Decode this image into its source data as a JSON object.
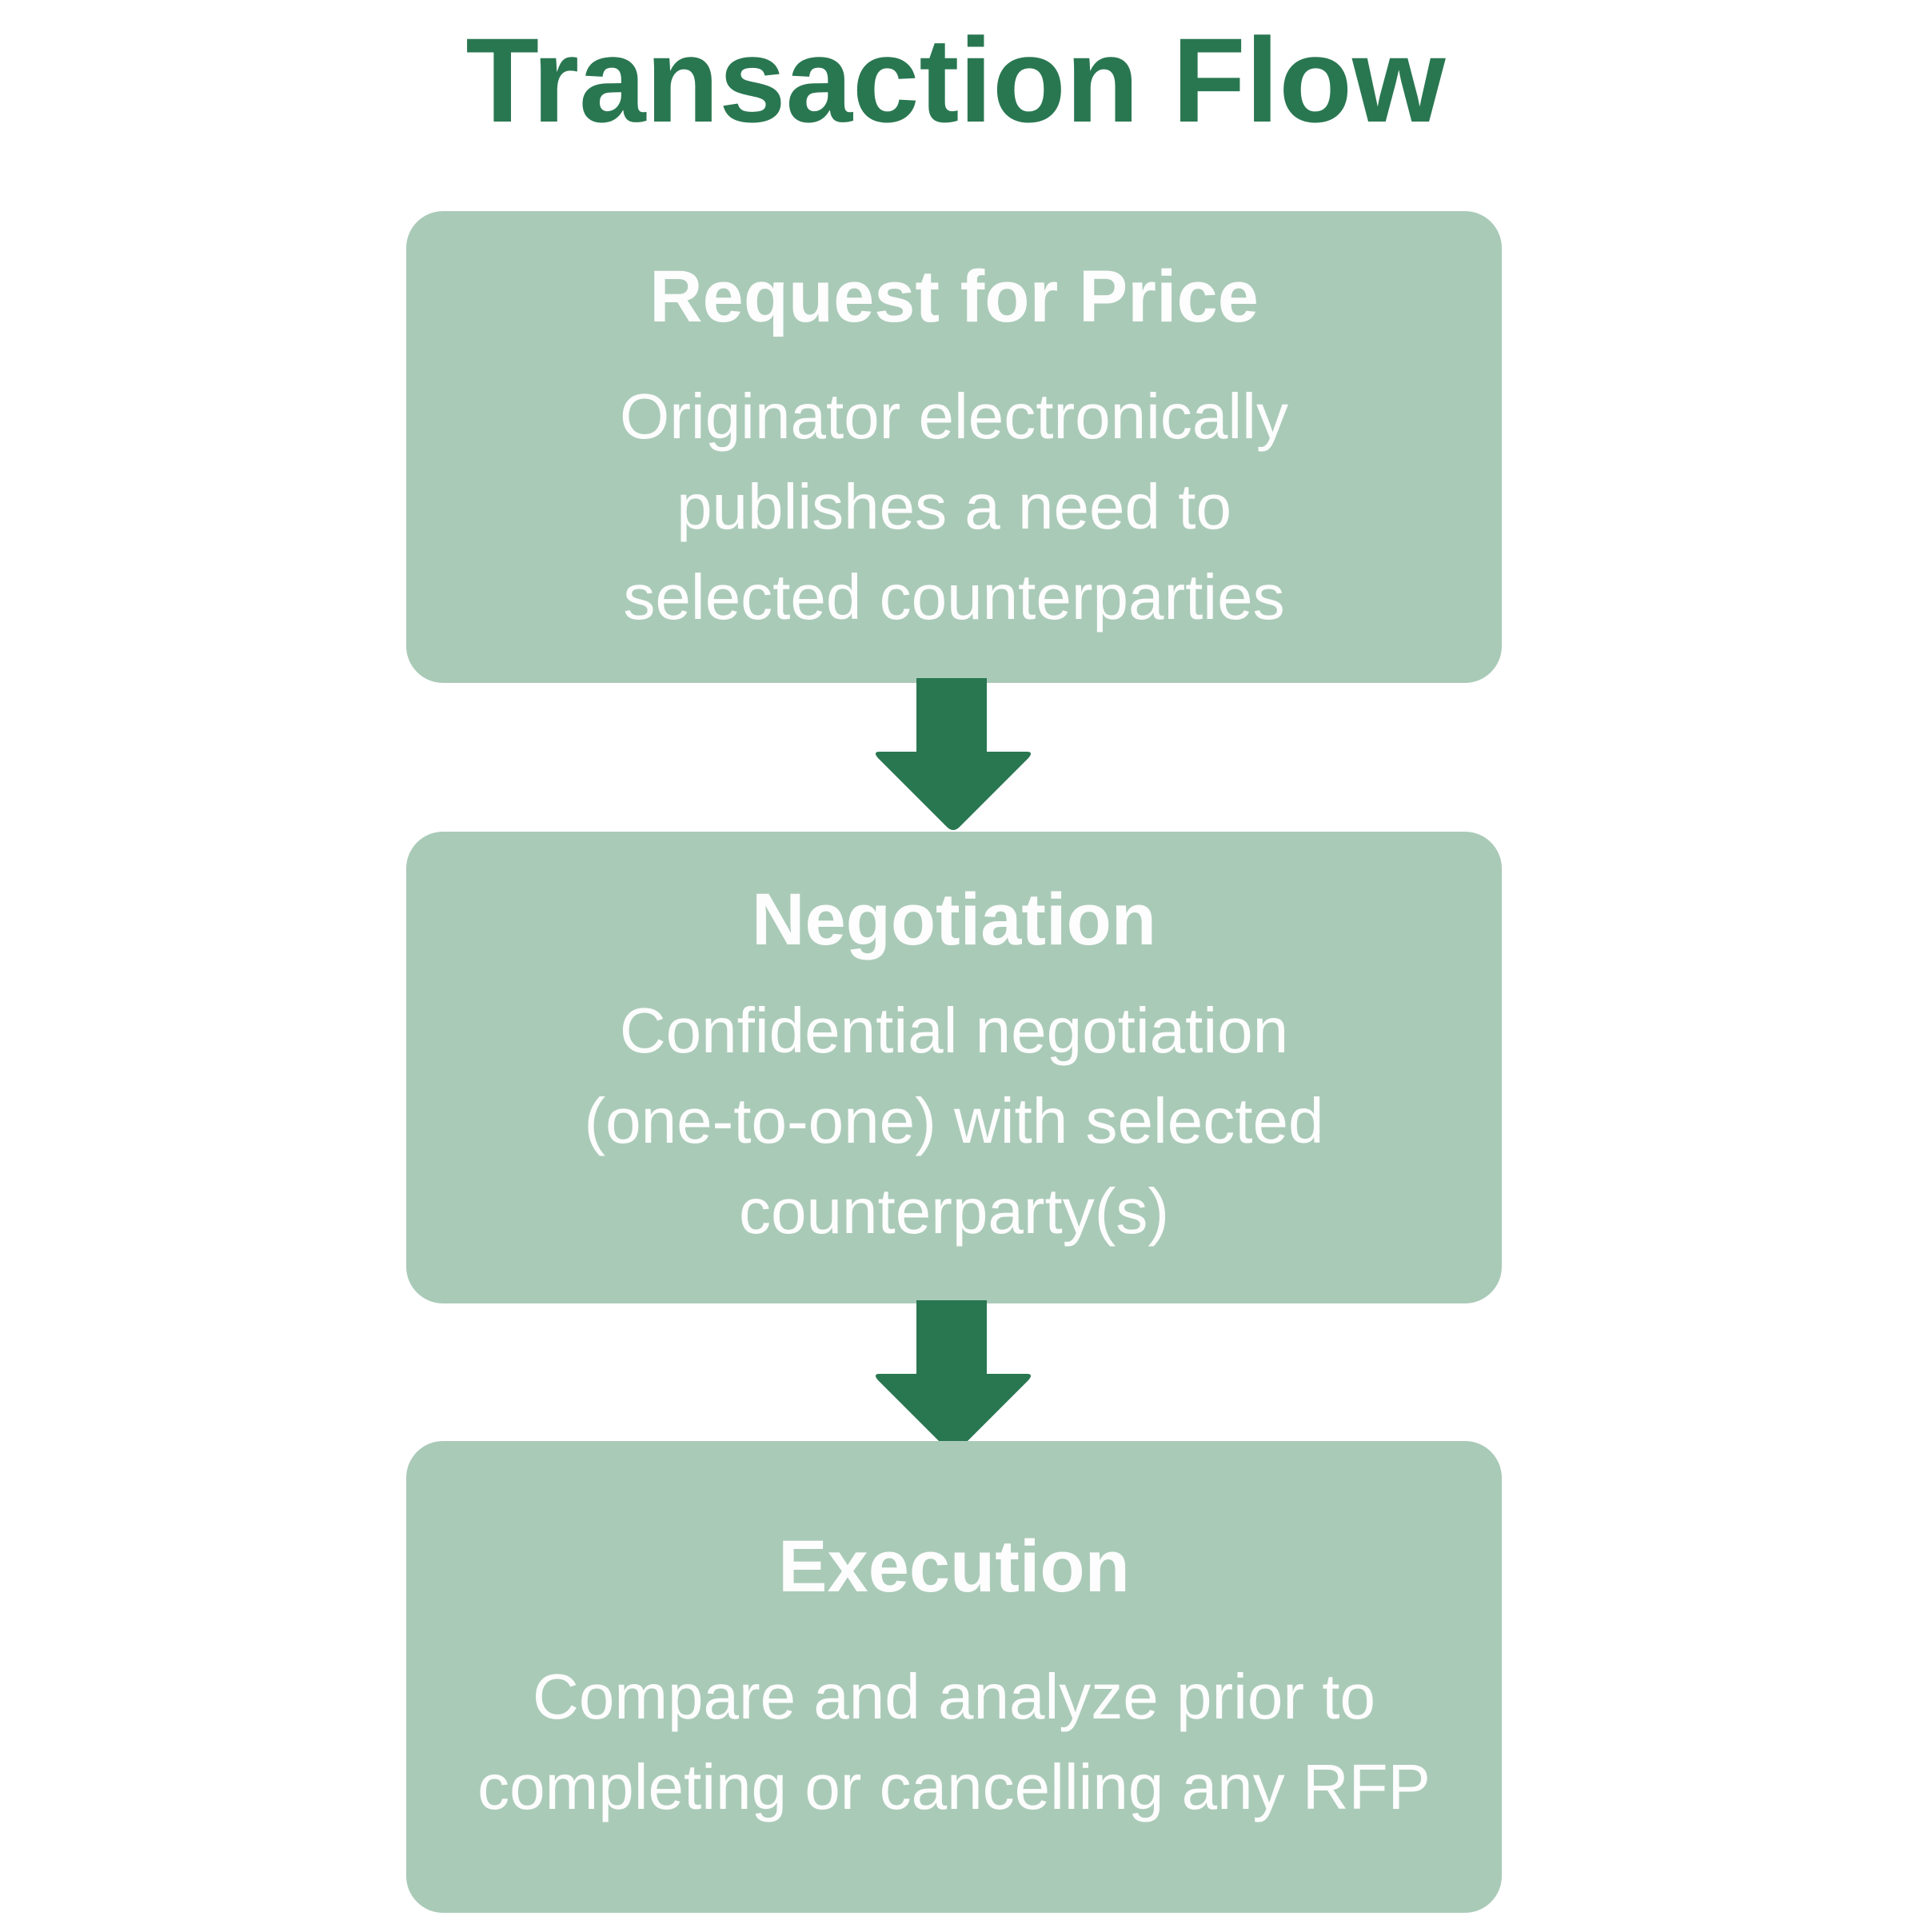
{
  "title": "Transaction Flow",
  "colors": {
    "accent": "#297751",
    "box_fill": "#aacab8",
    "box_text": "#fdfdfd"
  },
  "steps": [
    {
      "title": "Request for Price",
      "description": "Originator electronically\npublishes a need to\nselected counterparties"
    },
    {
      "title": "Negotiation",
      "description": "Confidential negotiation\n(one-to-one) with selected\ncounterparty(s)"
    },
    {
      "title": "Execution",
      "description": "Compare and analyze prior to\ncompleting or cancelling any RFP"
    }
  ]
}
